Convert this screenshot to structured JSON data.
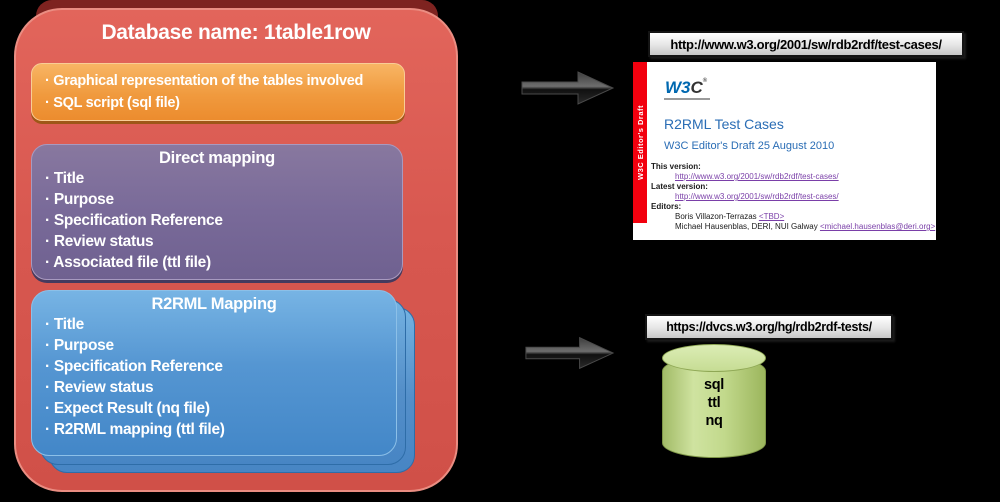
{
  "database_box": {
    "title": "Database name: 1table1row",
    "color": "#d85850",
    "files_box": {
      "color": "#f09a3e",
      "items": [
        "· Graphical representation of the tables involved",
        "· SQL script (sql file)"
      ]
    },
    "direct_mapping_box": {
      "title": "Direct mapping",
      "color": "#796a99",
      "items": [
        "· Title",
        "· Purpose",
        "· Specification Reference",
        "· Review status",
        "· Associated file (ttl file)"
      ]
    },
    "r2rml_mapping_box": {
      "title": "R2RML Mapping",
      "color": "#5596d2",
      "items": [
        "·  Title",
        "· Purpose",
        "· Specification Reference",
        "· Review status",
        "· Expect Result (nq file)",
        "· R2RML mapping (ttl file)"
      ]
    }
  },
  "test_cases_section": {
    "url": "http://www.w3.org/2001/sw/rdb2rdf/test-cases/",
    "page": {
      "sidebar_label": "W3C Editor's Draft",
      "logo_w3": "W3",
      "logo_c": "C",
      "logo_r": "®",
      "title": "R2RML Test Cases",
      "subtitle": "W3C Editor's Draft 25 August 2010",
      "this_version_label": "This version:",
      "this_version_link": "http://www.w3.org/2001/sw/rdb2rdf/test-cases/",
      "latest_version_label": "Latest version:",
      "latest_version_link": "http://www.w3.org/2001/sw/rdb2rdf/test-cases/",
      "editors_label": "Editors:",
      "editor1_text": "Boris Villazon-Terrazas ",
      "editor1_link": "<TBD>",
      "editor2_text": "Michael Hausenblas, DERI, NUI Galway ",
      "editor2_link": "<michael.hausenblas@deri.org>"
    }
  },
  "repository_section": {
    "url": "https://dvcs.w3.org/hg/rdb2rdf-tests/",
    "cylinder_items": [
      "sql",
      "ttl",
      "nq"
    ],
    "cylinder_color": "#c2d98c"
  }
}
